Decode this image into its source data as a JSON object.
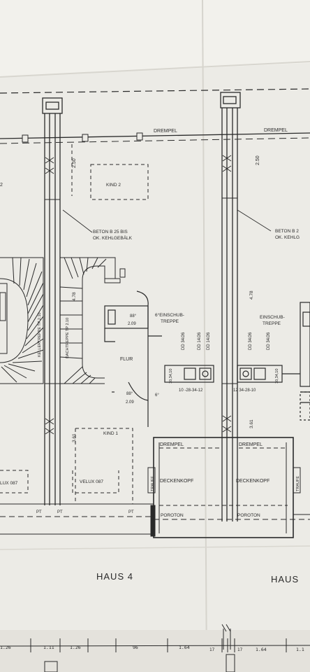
{
  "labels": {
    "drempel_1": "DREMPEL",
    "drempel_2": "DREMPEL",
    "drempel_3": "DREMPEL",
    "drempel_4": "DREMPEL",
    "height_250_a": "2.50",
    "height_250_b": "2.50",
    "room_kind2": "KIND 2",
    "room_kind1": "KIND 1",
    "beton_left_1": "BETON B 25 BIS",
    "beton_left_2": "OK. KEHLGEBÄLK",
    "beton_right_1": "BETON B 2",
    "beton_right_2": "OK. KEHLG",
    "einschub_left_1": "6°EINSCHUB-",
    "einschub_left_2": "TREPPE",
    "einschub_right_1": "EINSCHUB-",
    "einschub_right_2": "TREPPE",
    "flur": "FLUR",
    "deg88_a": "88°",
    "dim209_a": "2.09",
    "deg88_b": "88°",
    "dim209_b": "2.09",
    "dim478_a": "4.78",
    "dim478_b": "4.78",
    "dim361_a": "3.61",
    "dim361_b": "3.61",
    "stair_text_1": "KELLERTREPPE TP 2.10",
    "stair_text_2": "DACHTREPPE TP 2.10",
    "dd_1": "DD 34/26",
    "dd_2": "DD 14/26",
    "dd_3": "DD 34/26",
    "dd_4": "DD 34/26",
    "dd_5": "DD 14/26",
    "step_row_a": "10 -28-34-12",
    "step_row_b": "12 34-28-10",
    "small_a": "10,34,10",
    "small_b": "10,34,10",
    "six_deg": "6°",
    "velux_left": "LUX 087",
    "velux_mid": "VELUX 087",
    "deckenkopf_1": "DECKENKOPF",
    "deckenkopf_2": "DECKENKOPF",
    "porotom_1": "POROTON",
    "porotom_2": "POROTON",
    "pt_1": "PT",
    "pt_2": "PT",
    "pt_3": "PT",
    "trauf_a": "TRAUFE",
    "trauf_b": "TRAUFE",
    "haus_4": "HAUS 4",
    "haus_next": "HAUS",
    "bottom_dims": [
      "1.26",
      "1.11",
      "1.26",
      "96",
      "1.64",
      "17",
      "17",
      "1.64",
      "1.1"
    ],
    "left_digit": "2"
  },
  "colors": {
    "paper": "#ecebe6",
    "ink": "#2a2a2a",
    "fold_shadow": "#cfcdc5"
  }
}
